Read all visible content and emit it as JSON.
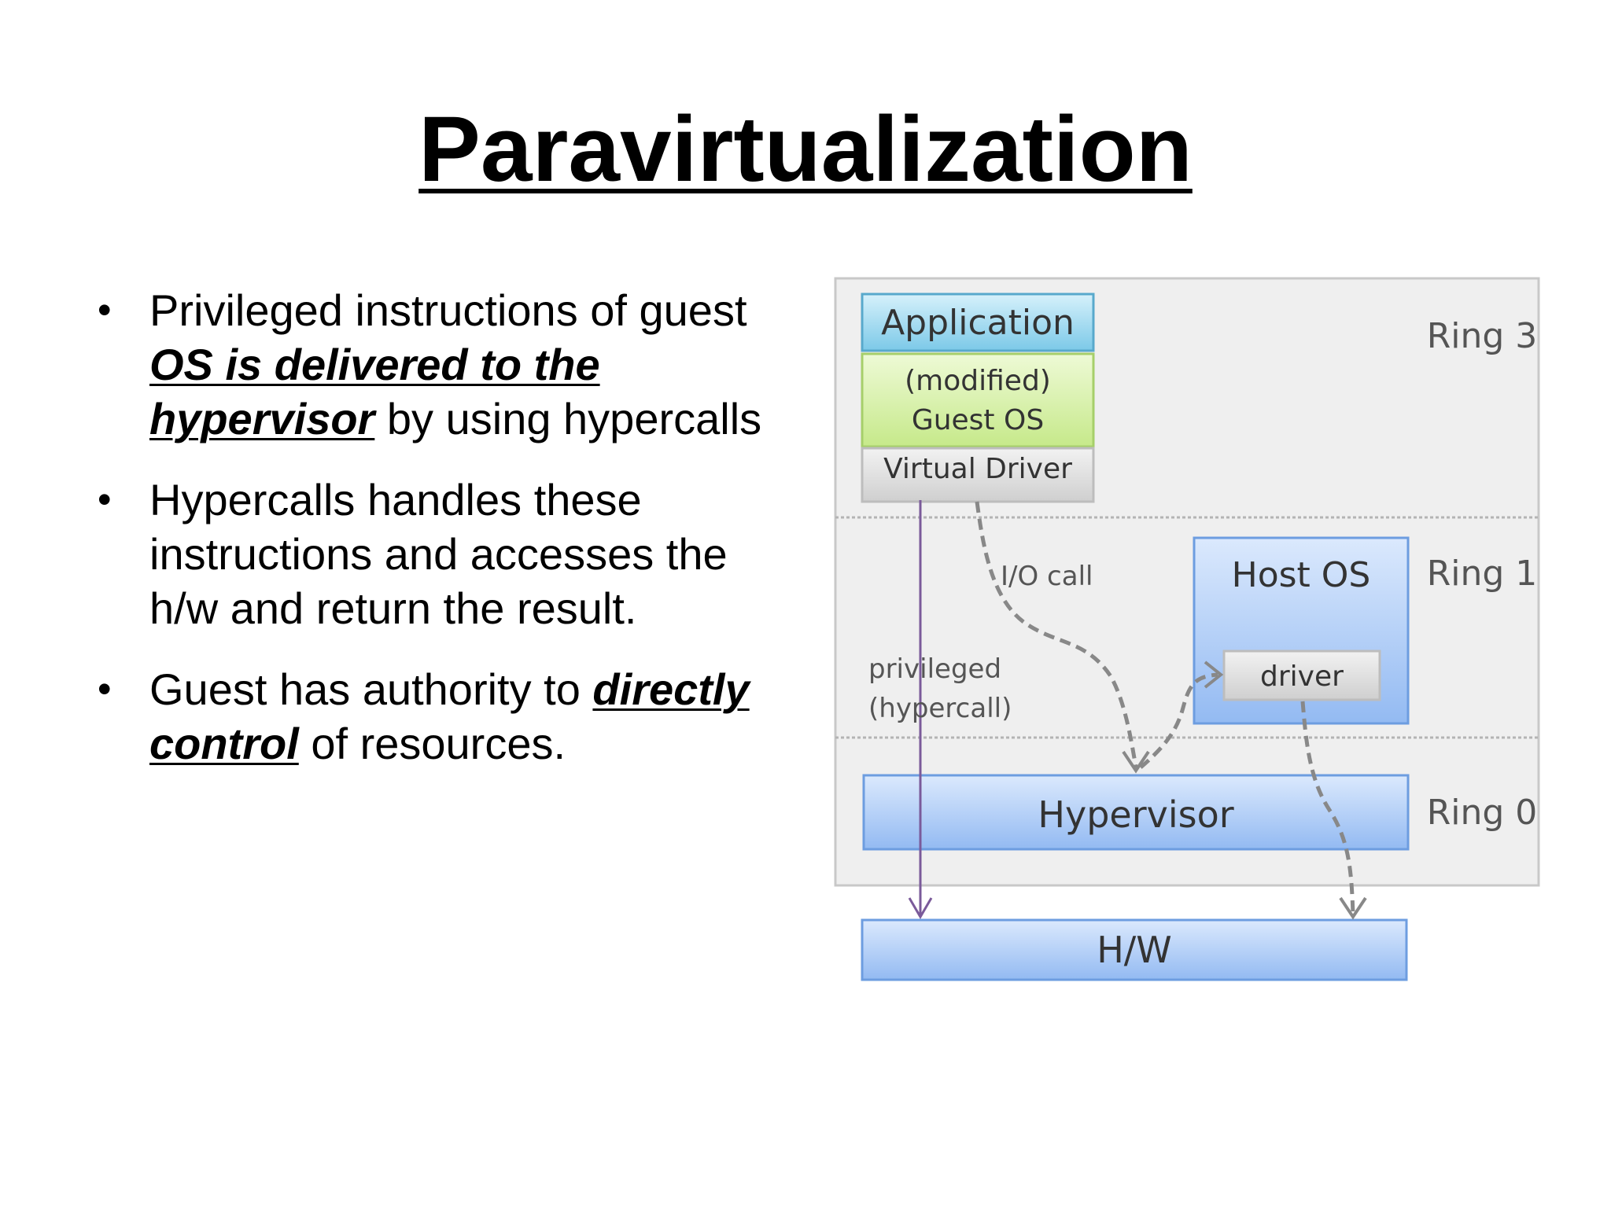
{
  "slide": {
    "title": "Paravirtualization",
    "bullets": [
      {
        "parts": [
          {
            "text": "Privileged instructions of guest ",
            "emphasis": false
          },
          {
            "text": "OS is delivered to the hypervisor",
            "emphasis": true
          },
          {
            "text": " by using hypercalls",
            "emphasis": false
          }
        ]
      },
      {
        "parts": [
          {
            "text": "Hypercalls handles these instructions and accesses the h/w and return the result.",
            "emphasis": false
          }
        ]
      },
      {
        "parts": [
          {
            "text": "Guest has authority to ",
            "emphasis": false
          },
          {
            "text": "directly control",
            "emphasis": true
          },
          {
            "text": " of resources.",
            "emphasis": false
          }
        ]
      }
    ]
  },
  "diagram": {
    "rings": {
      "ring3": "Ring 3",
      "ring1": "Ring 1",
      "ring0": "Ring 0"
    },
    "boxes": {
      "application": "Application",
      "guest_os_line1": "(modified)",
      "guest_os_line2": "Guest OS",
      "virtual_driver": "Virtual Driver",
      "host_os": "Host OS",
      "driver": "driver",
      "hypervisor": "Hypervisor",
      "hw": "H/W"
    },
    "arrows": {
      "io_call": "I/O call",
      "privileged_line1": "privileged",
      "privileged_line2": "(hypercall)"
    },
    "colors": {
      "application": "#a8ddf0",
      "guest_os": "#d8f0a8",
      "virtual_driver": "#dcdcdc",
      "blue_box": "#a9c9f5",
      "panel": "#efefef",
      "privileged_arrow": "#7a5a9a",
      "io_arrow": "#888888"
    }
  }
}
